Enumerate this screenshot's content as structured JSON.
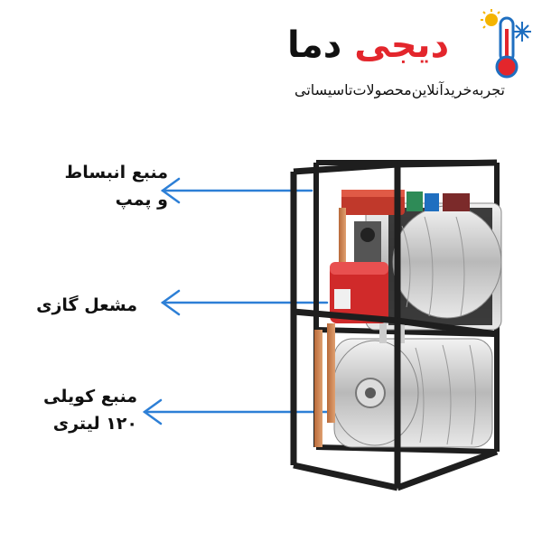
{
  "logo": {
    "brand_word_1": "دیجی",
    "brand_word_2": "دما",
    "tagline": "تجربه‌خریدآنلاین‌محصولات‌تاسیساتی",
    "icon": "thermometer-sun-snowflake-icon",
    "colors": {
      "red": "#e3262c",
      "blue": "#1f6fc0",
      "dark": "#111111"
    }
  },
  "labels": {
    "expansion_tank_line1": "منبع انبساط",
    "expansion_tank_line2": "و پمپ",
    "gas_burner": "مشعل گازی",
    "coil_tank_line1": "منبع کویلی",
    "coil_tank_line2": "۱۲۰ لیتری"
  },
  "arrow_color": "#2d7fd6"
}
